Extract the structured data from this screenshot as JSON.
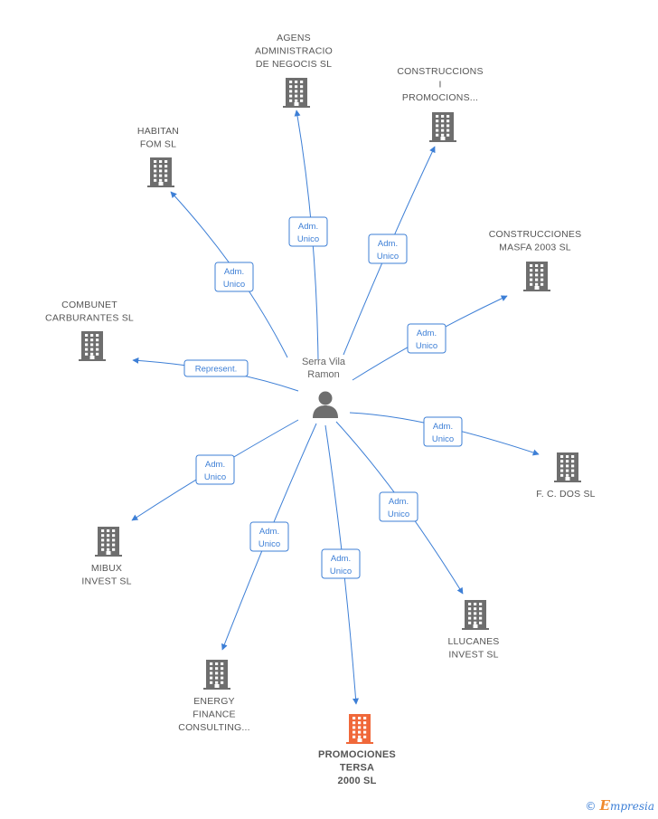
{
  "center": {
    "name_lines": [
      "Serra Vila",
      "Ramon"
    ],
    "icon": "person-icon"
  },
  "companies": [
    {
      "id": "agens",
      "lines": [
        "AGENS",
        "ADMINISTRACIO",
        "DE NEGOCIS SL"
      ],
      "role": [
        "Adm.",
        "Unico"
      ],
      "highlight": false
    },
    {
      "id": "construccions",
      "lines": [
        "CONSTRUCCIONS",
        "I",
        "PROMOCIONS..."
      ],
      "role": [
        "Adm.",
        "Unico"
      ],
      "highlight": false
    },
    {
      "id": "habitan",
      "lines": [
        "HABITAN",
        "FOM SL"
      ],
      "role": [
        "Adm.",
        "Unico"
      ],
      "highlight": false
    },
    {
      "id": "masfa",
      "lines": [
        "CONSTRUCCIONES",
        "MASFA 2003 SL"
      ],
      "role": [
        "Adm.",
        "Unico"
      ],
      "highlight": false
    },
    {
      "id": "combunet",
      "lines": [
        "COMBUNET",
        "CARBURANTES SL"
      ],
      "role": [
        "Represent."
      ],
      "highlight": false
    },
    {
      "id": "fcdos",
      "lines": [
        "F. C. DOS SL"
      ],
      "role": [
        "Adm.",
        "Unico"
      ],
      "highlight": false
    },
    {
      "id": "mibux",
      "lines": [
        "MIBUX",
        "INVEST SL"
      ],
      "role": [
        "Adm.",
        "Unico"
      ],
      "highlight": false
    },
    {
      "id": "llucanes",
      "lines": [
        "LLUCANES",
        "INVEST  SL"
      ],
      "role": [
        "Adm.",
        "Unico"
      ],
      "highlight": false
    },
    {
      "id": "energy",
      "lines": [
        "ENERGY",
        "FINANCE",
        "CONSULTING..."
      ],
      "role": [
        "Adm.",
        "Unico"
      ],
      "highlight": false
    },
    {
      "id": "tersa",
      "lines": [
        "PROMOCIONES",
        "TERSA",
        "2000 SL"
      ],
      "role": [
        "Adm.",
        "Unico"
      ],
      "highlight": true
    }
  ],
  "colors": {
    "edge": "#3d7fd6",
    "building": "#6e6e6e",
    "building_highlight": "#f0683a",
    "person": "#6e6e6e"
  },
  "footer": {
    "copyright": "©",
    "brand_first": "E",
    "brand_rest": "mpresia"
  }
}
